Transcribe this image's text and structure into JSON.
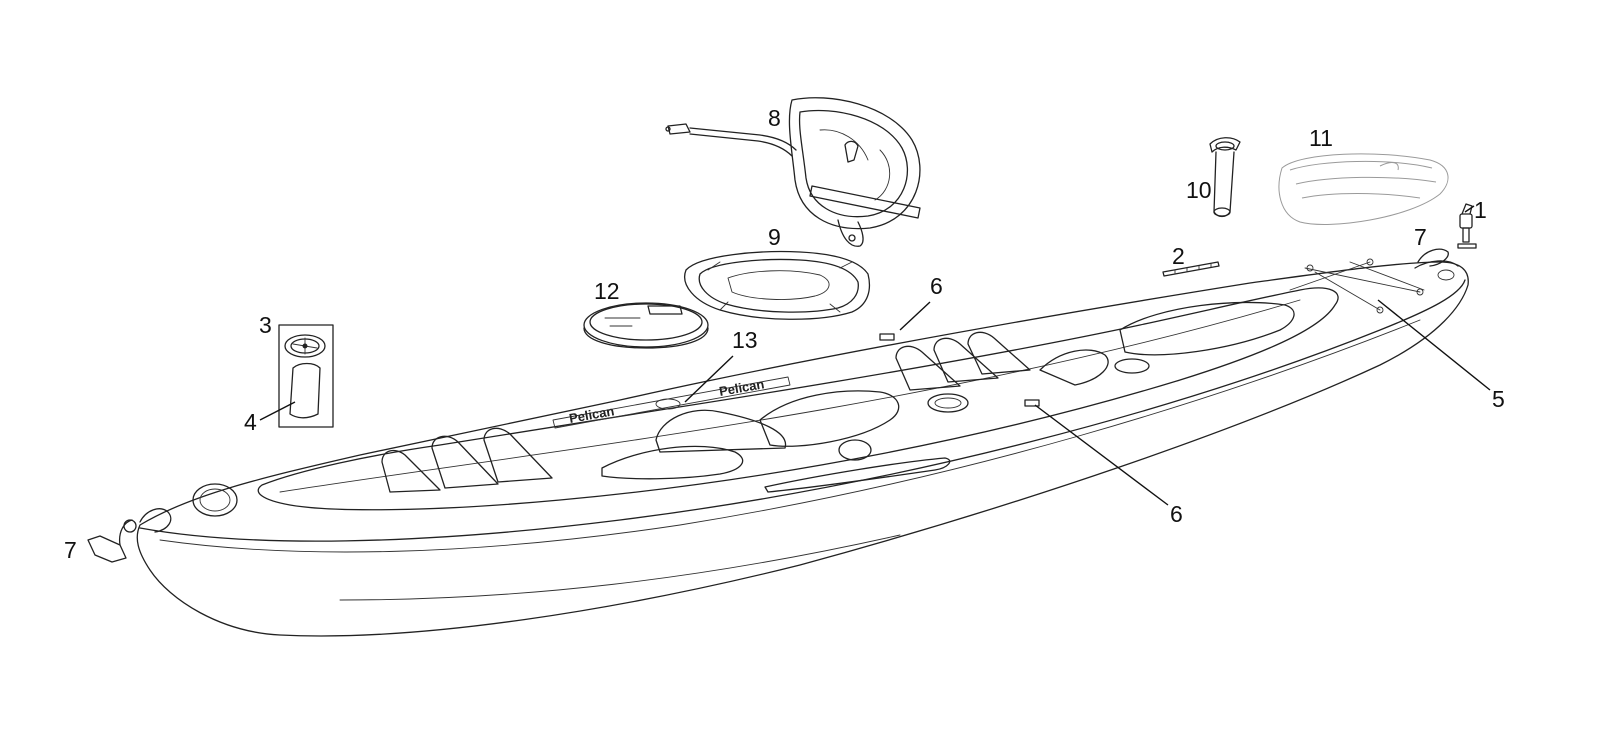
{
  "callouts": {
    "c1": "1",
    "c2": "2",
    "c3": "3",
    "c4": "4",
    "c5": "5",
    "c6a": "6",
    "c6b": "6",
    "c7a": "7",
    "c7b": "7",
    "c8": "8",
    "c9": "9",
    "c10": "10",
    "c11": "11",
    "c12": "12",
    "c13": "13"
  },
  "decal": {
    "brand_left": "Pelican",
    "brand_right": "Pelican"
  },
  "colors": {
    "line": "#222222",
    "background": "#ffffff"
  }
}
